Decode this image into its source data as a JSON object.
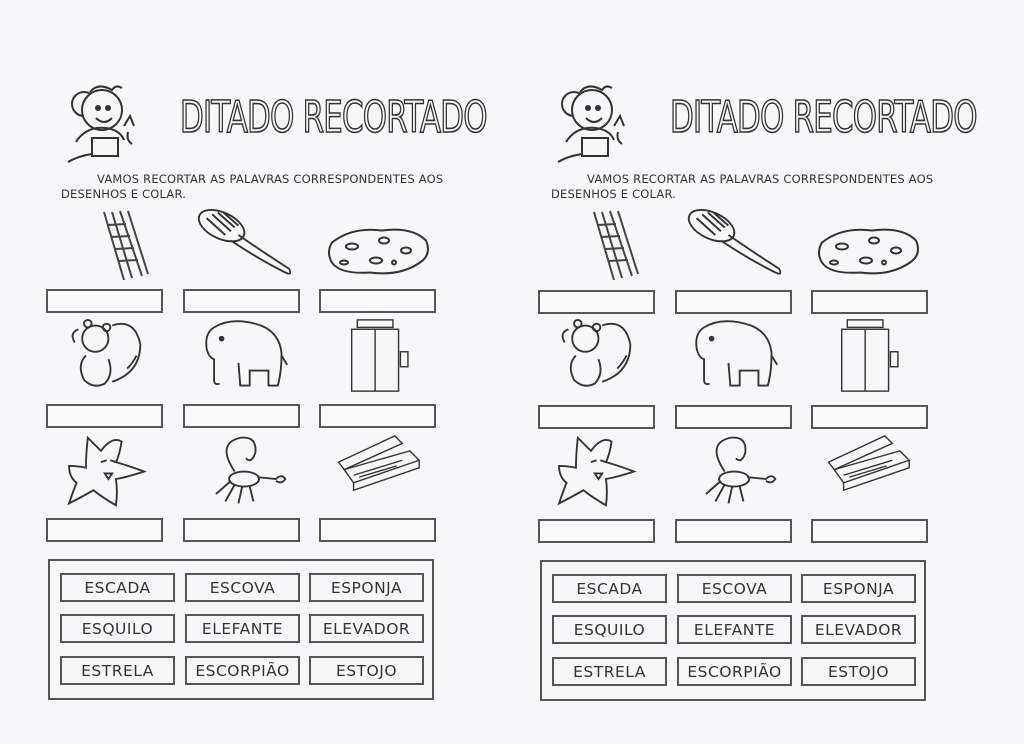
{
  "worksheets": [
    {
      "title": "DITADO RECORTADO",
      "instruction": "VAMOS RECORTAR AS PALAVRAS CORRESPONDENTES AOS DESENHOS E COLAR.",
      "instruction_line1": "VAMOS RECORTAR AS PALAVRAS CORRESPONDENTES AOS",
      "instruction_line2": "DESENHOS E COLAR.",
      "pictures": [
        {
          "name": "ladder",
          "answer": ""
        },
        {
          "name": "brush",
          "answer": ""
        },
        {
          "name": "sponge",
          "answer": ""
        },
        {
          "name": "squirrel",
          "answer": ""
        },
        {
          "name": "elephant",
          "answer": ""
        },
        {
          "name": "elevator",
          "answer": ""
        },
        {
          "name": "star",
          "answer": ""
        },
        {
          "name": "scorpion",
          "answer": ""
        },
        {
          "name": "pencil-case",
          "answer": ""
        }
      ],
      "word_bank": [
        "ESCADA",
        "ESCOVA",
        "ESPONJA",
        "ESQUILO",
        "ELEFANTE",
        "ELEVADOR",
        "ESTRELA",
        "ESCORPIÃO",
        "ESTOJO"
      ]
    },
    {
      "title": "DITADO RECORTADO",
      "instruction": "VAMOS RECORTAR AS PALAVRAS CORRESPONDENTES AOS DESENHOS E COLAR.",
      "instruction_line1": "VAMOS RECORTAR AS PALAVRAS CORRESPONDENTES AOS",
      "instruction_line2": "DESENHOS E COLAR.",
      "pictures": [
        {
          "name": "ladder",
          "answer": ""
        },
        {
          "name": "brush",
          "answer": ""
        },
        {
          "name": "sponge",
          "answer": ""
        },
        {
          "name": "squirrel",
          "answer": ""
        },
        {
          "name": "elephant",
          "answer": ""
        },
        {
          "name": "elevator",
          "answer": ""
        },
        {
          "name": "star",
          "answer": ""
        },
        {
          "name": "scorpion",
          "answer": ""
        },
        {
          "name": "pencil-case",
          "answer": ""
        }
      ],
      "word_bank": [
        "ESCADA",
        "ESCOVA",
        "ESPONJA",
        "ESQUILO",
        "ELEFANTE",
        "ELEVADOR",
        "ESTRELA",
        "ESCORPIÃO",
        "ESTOJO"
      ]
    }
  ],
  "colors": {
    "paper": "#f7f7f9",
    "ink": "#333333",
    "border": "#555555"
  }
}
